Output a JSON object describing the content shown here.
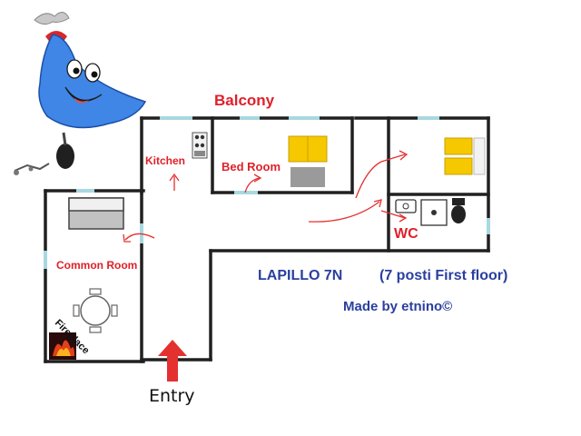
{
  "rooms": {
    "balcony": "Balcony",
    "kitchen": "Kitchen",
    "bedroom": "Bed Room",
    "common_room": "Common Room",
    "fireplace": "Fireplace",
    "wc": "WC"
  },
  "info": {
    "title": "LAPILLO 7N",
    "details": "(7 posti   First floor)",
    "credit": "Made by etnino©"
  },
  "entry": {
    "label": "Entry"
  },
  "colors": {
    "label_red": "#e0202a",
    "label_blue": "#2a3f9e",
    "bed_yellow": "#f5c800",
    "mascot_blue": "#3f86e6",
    "wall": "#202020"
  },
  "icons": [
    "mascot-bell-icon",
    "stove-icon",
    "bed-icon",
    "toilet-icon",
    "sink-icon",
    "shower-icon",
    "table-icon",
    "sofa-icon",
    "fireplace-icon",
    "entry-arrow-icon"
  ]
}
